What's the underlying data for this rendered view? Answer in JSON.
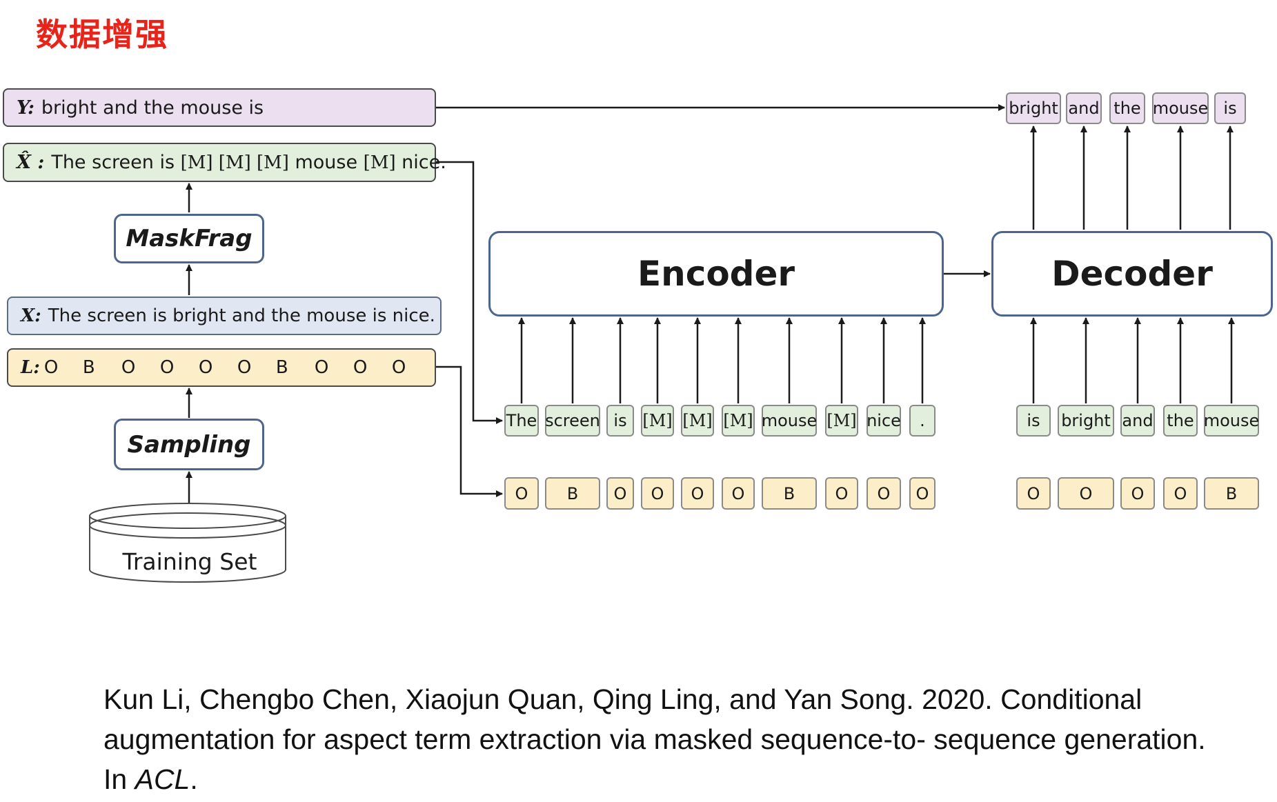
{
  "title": "数据增强",
  "left_panel": {
    "y_box": {
      "label": "Y:",
      "text": "bright and the mouse is"
    },
    "xhat_box": {
      "label": "X̂ :",
      "parts": [
        "The screen is ",
        "[M] [M] [M]",
        " mouse ",
        "[M]",
        " nice."
      ]
    },
    "maskfrag": "MaskFrag",
    "x_box": {
      "label": "X:",
      "text": "The screen is bright and the mouse is nice."
    },
    "l_box": {
      "label": "L:",
      "labels": [
        "O",
        "B",
        "O",
        "O",
        "O",
        "O",
        "B",
        "O",
        "O",
        "O"
      ]
    },
    "sampling": "Sampling",
    "training_set": "Training Set"
  },
  "encoder": {
    "label": "Encoder",
    "input_tokens": [
      "The",
      "screen",
      "is",
      "[M]",
      "[M]",
      "[M]",
      "mouse",
      "[M]",
      "nice",
      "."
    ],
    "input_labels": [
      "O",
      "B",
      "O",
      "O",
      "O",
      "O",
      "B",
      "O",
      "O",
      "O"
    ]
  },
  "decoder": {
    "label": "Decoder",
    "output_tokens": [
      "bright",
      "and",
      "the",
      "mouse",
      "is"
    ],
    "input_tokens": [
      "is",
      "bright",
      "and",
      "the",
      "mouse"
    ],
    "input_labels": [
      "O",
      "O",
      "O",
      "O",
      "B"
    ]
  },
  "citation": {
    "text": "Kun Li, Chengbo Chen, Xiaojun Quan, Qing Ling, and Yan Song. 2020. Conditional augmentation for aspect term extraction via masked sequence-to- sequence generation. In ",
    "venue": "ACL",
    "end": "."
  },
  "colors": {
    "title": "#e8231a",
    "y_box": "#ecdff0",
    "xhat_box": "#e2efdc",
    "x_box": "#e0e7f2",
    "l_box": "#fbeec9",
    "module_border": "#4c6590"
  }
}
